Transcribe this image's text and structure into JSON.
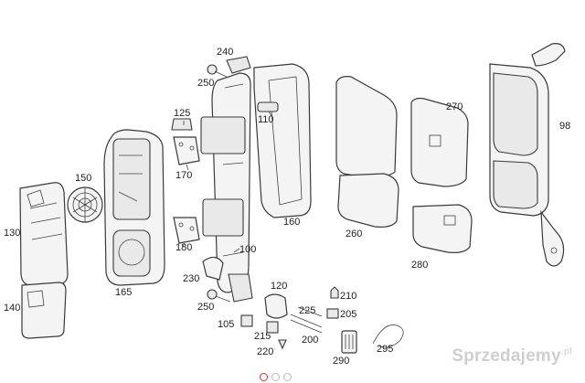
{
  "parts": [
    {
      "id": "p130",
      "label": "130"
    },
    {
      "id": "p140",
      "label": "140"
    },
    {
      "id": "p150",
      "label": "150"
    },
    {
      "id": "p165",
      "label": "165"
    },
    {
      "id": "p125",
      "label": "125"
    },
    {
      "id": "p170",
      "label": "170"
    },
    {
      "id": "p180",
      "label": "180"
    },
    {
      "id": "p240",
      "label": "240"
    },
    {
      "id": "p250a",
      "label": "250"
    },
    {
      "id": "p110",
      "label": "110"
    },
    {
      "id": "p160",
      "label": "160"
    },
    {
      "id": "p100",
      "label": "100"
    },
    {
      "id": "p230",
      "label": "230"
    },
    {
      "id": "p250b",
      "label": "250"
    },
    {
      "id": "p120",
      "label": "120"
    },
    {
      "id": "p105",
      "label": "105"
    },
    {
      "id": "p215",
      "label": "215"
    },
    {
      "id": "p220",
      "label": "220"
    },
    {
      "id": "p225",
      "label": "225"
    },
    {
      "id": "p210",
      "label": "210"
    },
    {
      "id": "p205",
      "label": "205"
    },
    {
      "id": "p200",
      "label": "200"
    },
    {
      "id": "p290",
      "label": "290"
    },
    {
      "id": "p295",
      "label": "295"
    },
    {
      "id": "p260",
      "label": "260"
    },
    {
      "id": "p270",
      "label": "270"
    },
    {
      "id": "p280",
      "label": "280"
    },
    {
      "id": "p98",
      "label": "98"
    }
  ],
  "watermark": {
    "text": "Sprzedajemy",
    "tld": ".pl"
  },
  "carousel": {
    "current": 1,
    "total": 3
  }
}
